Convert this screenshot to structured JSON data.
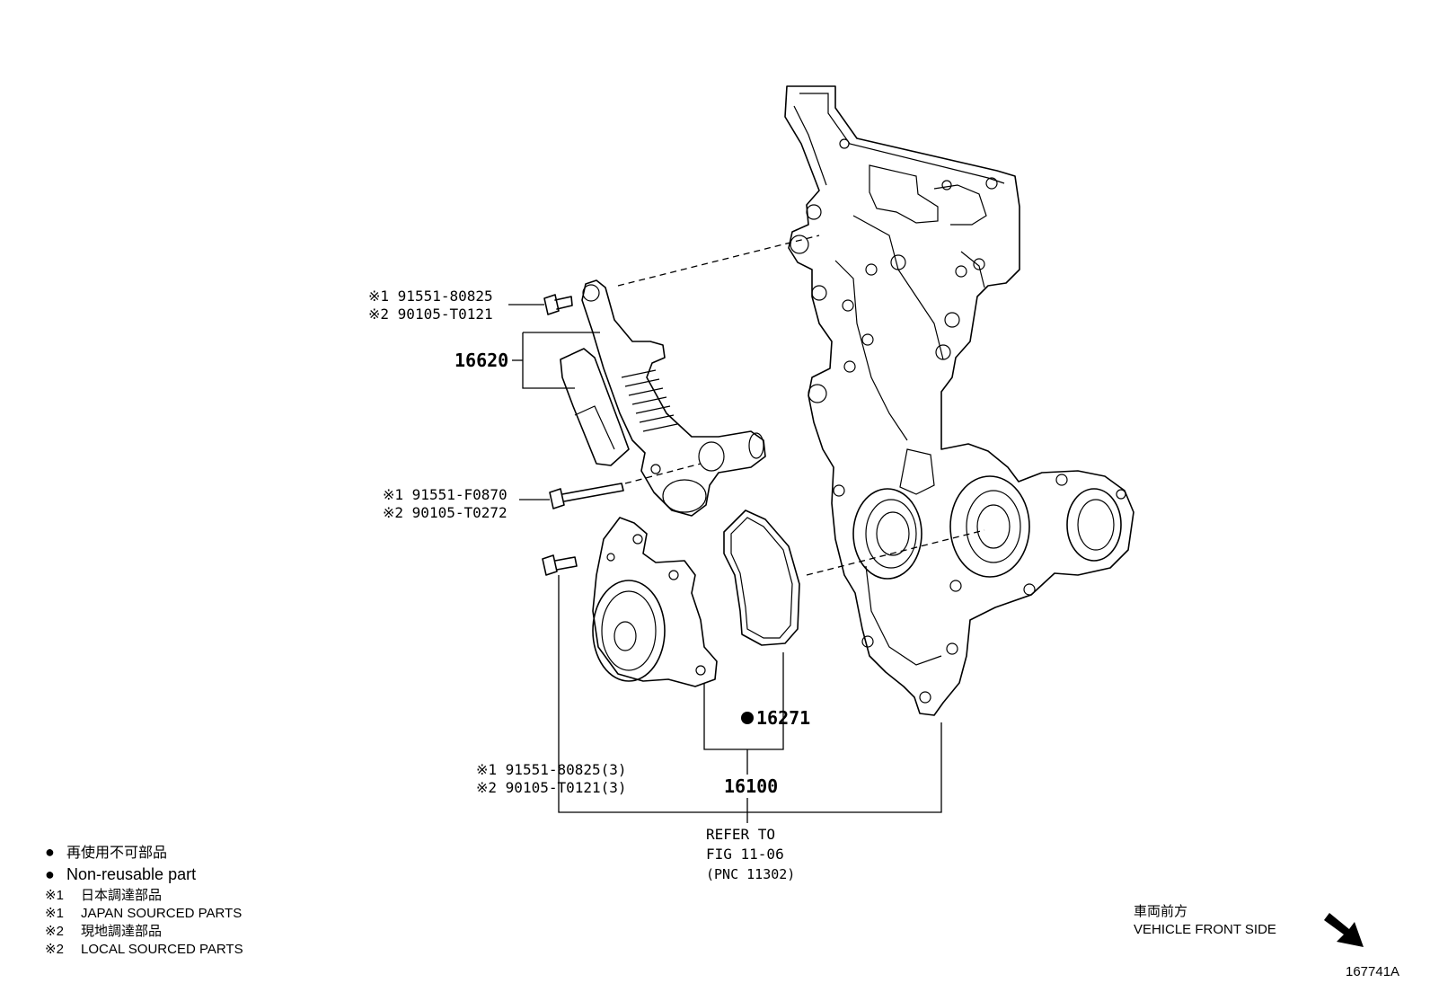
{
  "callouts": {
    "bolt_top": [
      "※1 91551-80825",
      "※2 90105-T0121"
    ],
    "tensioner": "16620",
    "bolt_mid": [
      "※1 91551-F0870",
      "※2 90105-T0272"
    ],
    "bolts_pump": [
      "※1 91551-80825(3)",
      "※2 90105-T0121(3)"
    ],
    "gasket": "16271",
    "water_pump": "16100",
    "refer": [
      "REFER TO",
      "FIG 11-06",
      "(PNC 11302)"
    ]
  },
  "legend": {
    "items": [
      {
        "mark": "●",
        "text": "再使用不可部品"
      },
      {
        "mark": "●",
        "text": "Non-reusable part"
      },
      {
        "mark": "※1",
        "text": "日本調達部品"
      },
      {
        "mark": "※1",
        "text": "JAPAN SOURCED PARTS"
      },
      {
        "mark": "※2",
        "text": "現地調達部品"
      },
      {
        "mark": "※2",
        "text": "LOCAL SOURCED PARTS"
      }
    ]
  },
  "orientation": {
    "jp": "車両前方",
    "en": "VEHICLE FRONT SIDE",
    "icon": "arrow-down-right-icon"
  },
  "figure_id": "167741A"
}
